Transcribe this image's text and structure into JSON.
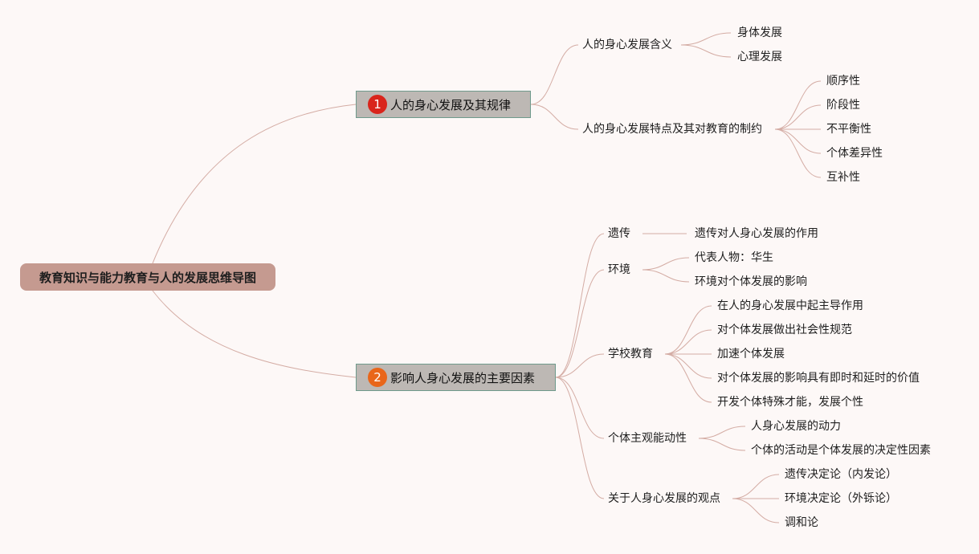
{
  "colors": {
    "background": "#fdf8f7",
    "root_fill": "#c59a90",
    "branch_fill": "#bdb8b4",
    "branch_border": "#6f9a8c",
    "line": "#d4aca4",
    "badge_1": "#d9251c",
    "badge_2": "#e9661a"
  },
  "root": {
    "label": "教育知识与能力教育与人的发展思维导图"
  },
  "branches": [
    {
      "number": "1",
      "label": "人的身心发展及其规律",
      "children": [
        {
          "label": "人的身心发展含义",
          "children": [
            "身体发展",
            "心理发展"
          ]
        },
        {
          "label": "人的身心发展特点及其对教育的制约",
          "children": [
            "顺序性",
            "阶段性",
            "不平衡性",
            "个体差异性",
            "互补性"
          ]
        }
      ]
    },
    {
      "number": "2",
      "label": "影响人身心发展的主要因素",
      "children": [
        {
          "label": "遗传",
          "children": [
            "遗传对人身心发展的作用"
          ]
        },
        {
          "label": "环境",
          "children": [
            "代表人物：华生",
            "环境对个体发展的影响"
          ]
        },
        {
          "label": "学校教育",
          "children": [
            "在人的身心发展中起主导作用",
            "对个体发展做出社会性规范",
            "加速个体发展",
            "对个体发展的影响具有即时和延时的价值",
            "开发个体特殊才能，发展个性"
          ]
        },
        {
          "label": "个体主观能动性",
          "children": [
            "人身心发展的动力",
            "个体的活动是个体发展的决定性因素"
          ]
        },
        {
          "label": "关于人身心发展的观点",
          "children": [
            "遗传决定论（内发论）",
            "环境决定论（外铄论）",
            "调和论"
          ]
        }
      ]
    }
  ]
}
